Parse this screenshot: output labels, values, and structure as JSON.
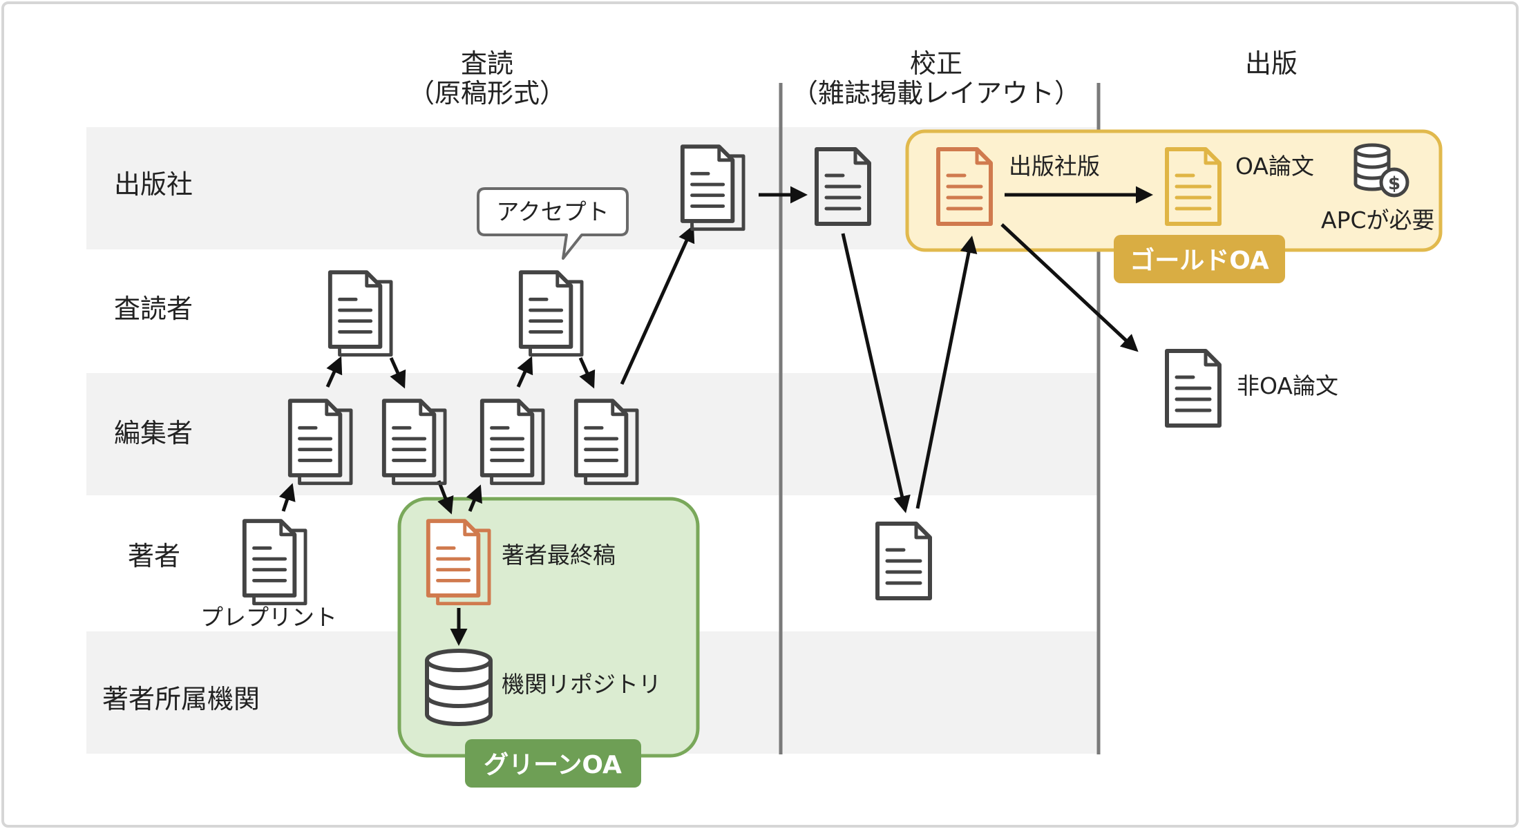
{
  "columns": {
    "review": {
      "title": "査読",
      "subtitle": "（原稿形式）"
    },
    "proof": {
      "title": "校正",
      "subtitle": "（雑誌掲載レイアウト）"
    },
    "publish": {
      "title": "出版"
    }
  },
  "lanes": [
    "出版社",
    "査読者",
    "編集者",
    "著者",
    "著者所属機関"
  ],
  "labels": {
    "preprint": "プレプリント",
    "accept": "アクセプト",
    "author_final": "著者最終稿",
    "repository": "機関リポジトリ",
    "publisher_version": "出版社版",
    "oa_article": "OA論文",
    "apc": "APCが必要",
    "non_oa_article": "非OA論文"
  },
  "badges": {
    "green": "グリーンOA",
    "gold": "ゴールドOA"
  },
  "colors": {
    "doc": "#444444",
    "highlight_doc": "#d07a4e",
    "gold_doc": "#e0b545",
    "green_fill": "#dbecd1",
    "green_border": "#79a85a",
    "green_badge": "#6e9f55",
    "gold_fill": "#fdf1cf",
    "gold_border": "#e1b94d",
    "gold_badge": "#d9ad43",
    "lane_band": "#f2f2f2"
  }
}
